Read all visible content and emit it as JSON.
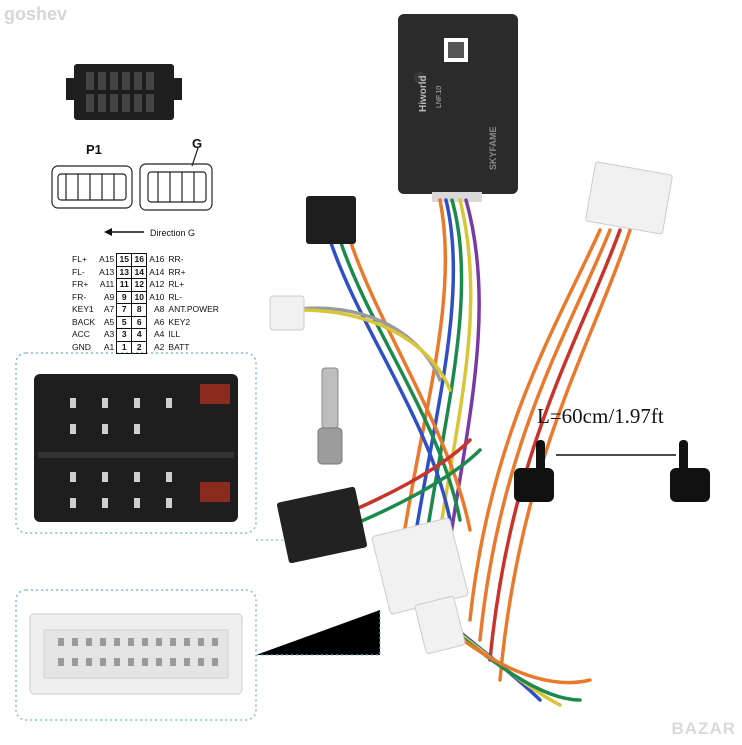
{
  "watermark": "goshev",
  "bottom_logo": "BAZAR",
  "connector_labels": {
    "p1": "P1",
    "g": "G",
    "direction": "Direction G"
  },
  "length_label": "L=60cm/1.97ft",
  "pinout": [
    {
      "left_sig": "FL+",
      "left_pin": "A15",
      "n1": "15",
      "n2": "16",
      "right_pin": "A16",
      "right_sig": "RR-"
    },
    {
      "left_sig": "FL-",
      "left_pin": "A13",
      "n1": "13",
      "n2": "14",
      "right_pin": "A14",
      "right_sig": "RR+"
    },
    {
      "left_sig": "FR+",
      "left_pin": "A11",
      "n1": "11",
      "n2": "12",
      "right_pin": "A12",
      "right_sig": "RL+"
    },
    {
      "left_sig": "FR-",
      "left_pin": "A9",
      "n1": "9",
      "n2": "10",
      "right_pin": "A10",
      "right_sig": "RL-"
    },
    {
      "left_sig": "KEY1",
      "left_pin": "A7",
      "n1": "7",
      "n2": "8",
      "right_pin": "A8",
      "right_sig": "ANT.POWER"
    },
    {
      "left_sig": "BACK",
      "left_pin": "A5",
      "n1": "5",
      "n2": "6",
      "right_pin": "A6",
      "right_sig": "KEY2"
    },
    {
      "left_sig": "ACC",
      "left_pin": "A3",
      "n1": "3",
      "n2": "4",
      "right_pin": "A4",
      "right_sig": "ILL"
    },
    {
      "left_sig": "GND",
      "left_pin": "A1",
      "n1": "1",
      "n2": "2",
      "right_pin": "A2",
      "right_sig": "BATT"
    }
  ],
  "canbox": {
    "brand": "Hiworld",
    "model": "LNF.10"
  },
  "cable_brand": "SKYFAME",
  "colors": {
    "box_body": "#2b2b2b",
    "connector_black": "#1e1e1e",
    "connector_white": "#f2f2f2",
    "dotted_border": "#7fb9d6"
  }
}
